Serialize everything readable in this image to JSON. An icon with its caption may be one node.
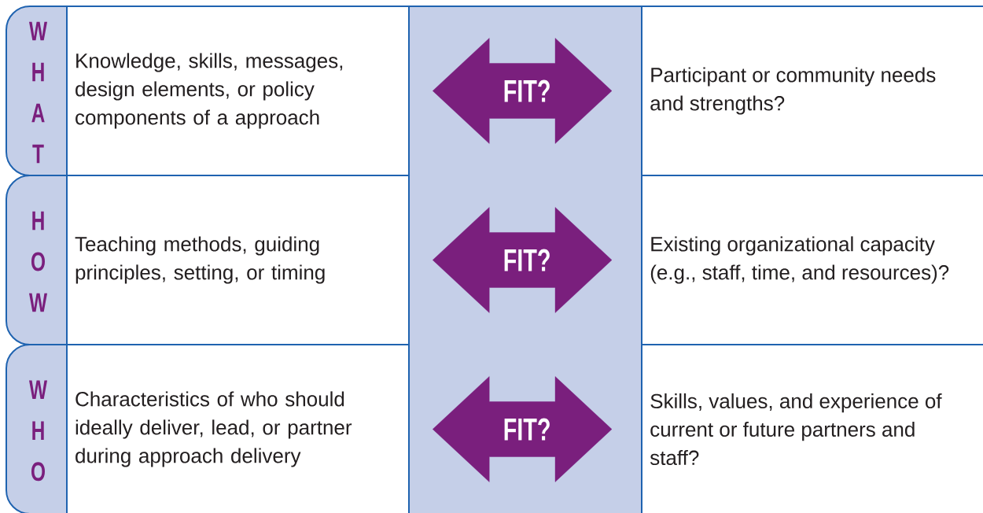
{
  "diagram": {
    "nodes": [
      {
        "text": [
          "WHAT"
        ]
      },
      {
        "text": [
          "Knowledge, skills, messages, design elements, or policy components of a approach"
        ]
      },
      {
        "text": [
          "Participant or community needs and strengths?"
        ]
      },
      {
        "text": [
          "HOW"
        ]
      },
      {
        "text": [
          "Teaching methods, guiding principles, setting, or timing"
        ]
      },
      {
        "text": [
          "Existing organizational capacity (e.g., staff, time, and resources)?"
        ]
      },
      {
        "text": [
          "WHO"
        ]
      },
      {
        "text": [
          "Characteristics of who should ideally deliver, lead, or partner during approach delivery"
        ]
      },
      {
        "text": [
          "Skills, values, and experience of current or future partners and staff?"
        ]
      }
    ],
    "edges": [
      {
        "from": 1,
        "to": 2,
        "arrow": "both",
        "label": "FIT?"
      },
      {
        "from": 4,
        "to": 5,
        "arrow": "both",
        "label": "FIT?"
      },
      {
        "from": 7,
        "to": 8,
        "arrow": "both",
        "label": "FIT?"
      }
    ]
  }
}
